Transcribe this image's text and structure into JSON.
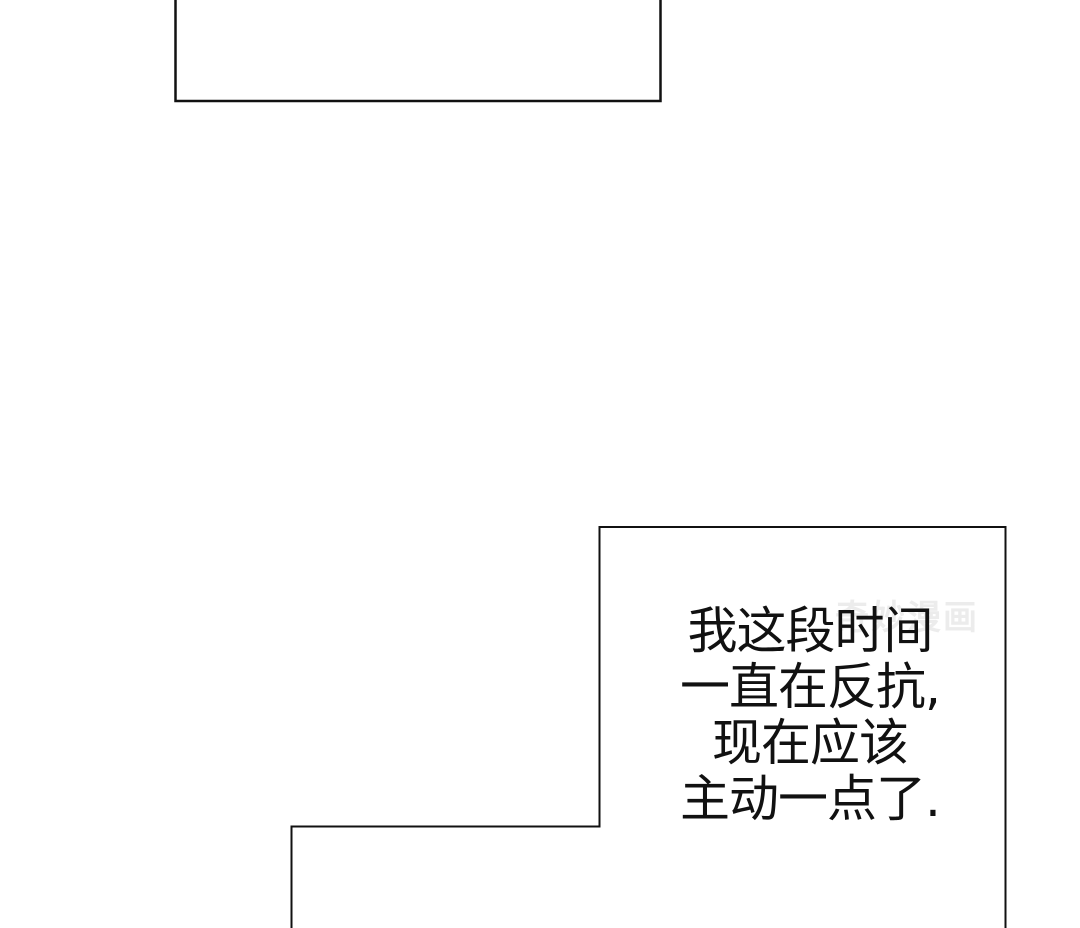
{
  "panel_text": {
    "lines": [
      "我这段时间",
      "一直在反抗,",
      "现在应该",
      "主动一点了."
    ]
  },
  "watermark": "奇妙漫画"
}
